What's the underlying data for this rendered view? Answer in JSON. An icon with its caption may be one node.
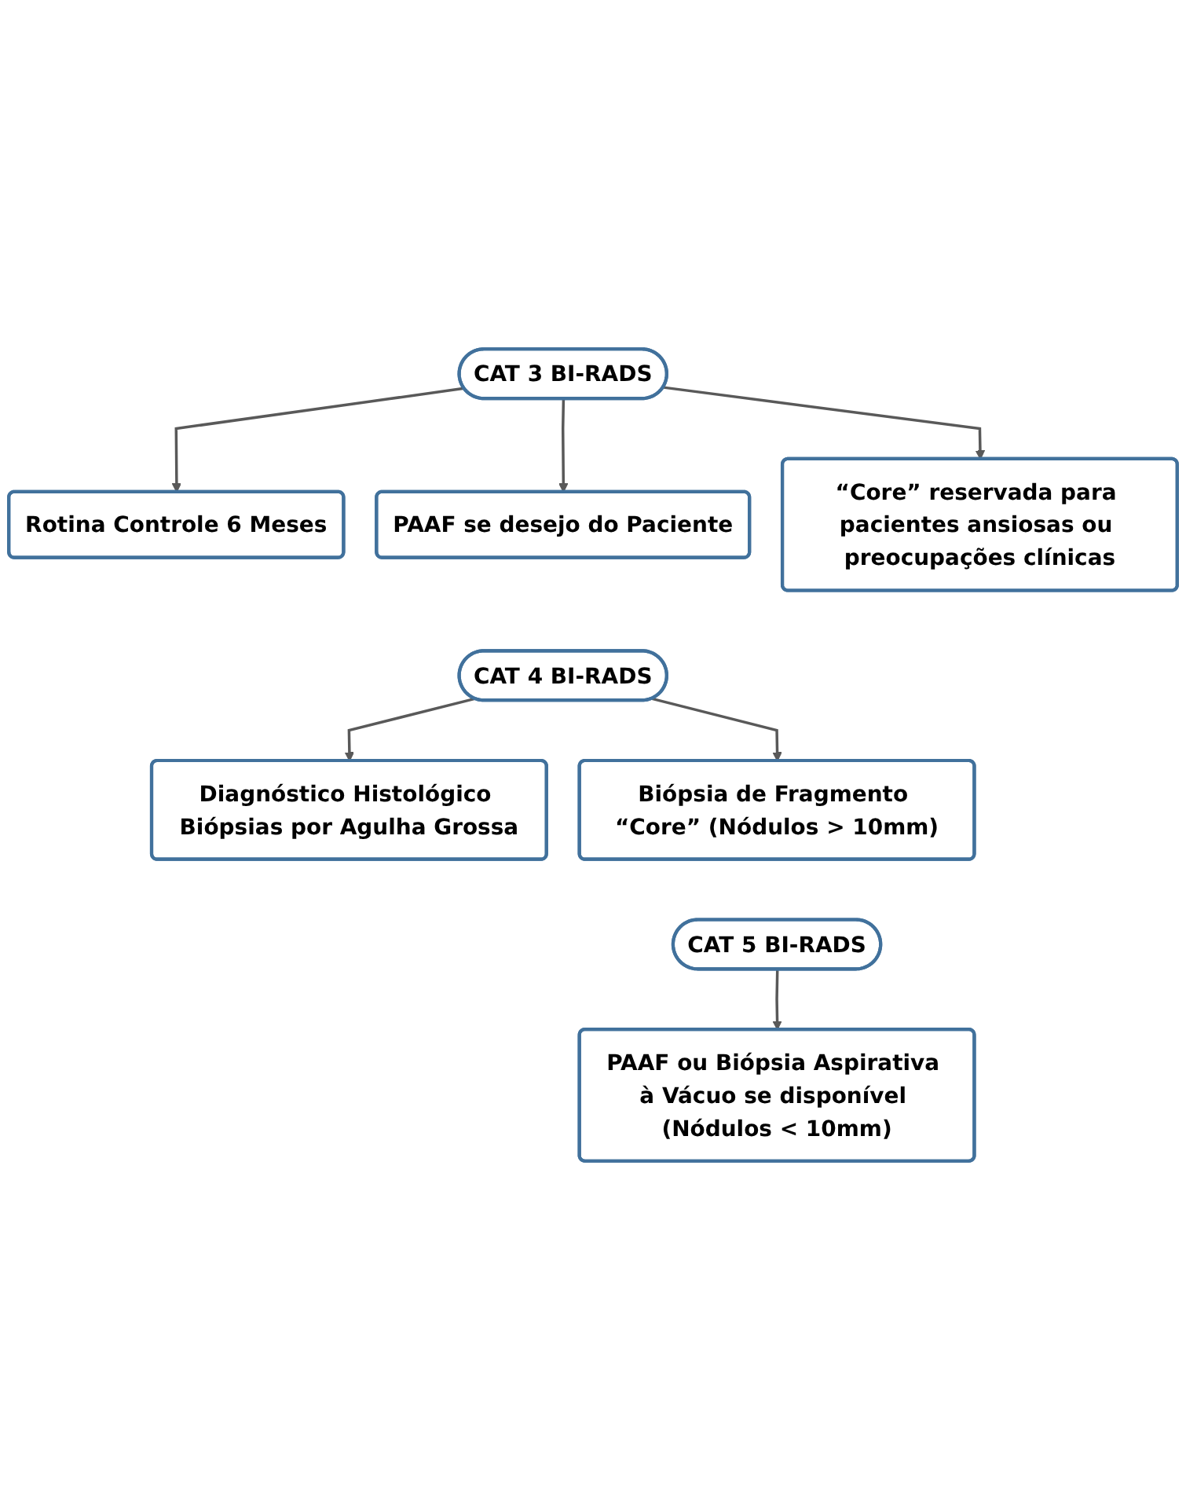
{
  "diagram": {
    "nodes": [
      {
        "text": [
          "CAT 3 BI-RADS"
        ]
      },
      {
        "text": [
          "Rotina Controle 6 Meses"
        ]
      },
      {
        "text": [
          "PAAF se desejo do Paciente"
        ]
      },
      {
        "text": [
          "“Core” reservada para pacientes ansiosas ou preocupações clínicas"
        ]
      },
      {
        "text": [
          "CAT 4 BI-RADS"
        ]
      },
      {
        "text": [
          "Diagnóstico Histológico Biópsias por Agulha Grossa"
        ]
      },
      {
        "text": [
          "Biópsia de Fragmento “Core” (Nódulos > 10mm)"
        ]
      },
      {
        "text": [
          "CAT 5 BI-RADS"
        ]
      },
      {
        "text": [
          "PAAF ou Biópsia Aspirativa à Vácuo se disponível (Nódulos < 10mm)"
        ]
      }
    ],
    "edges": [
      {
        "from": 0,
        "to": 1,
        "arrow": "to"
      },
      {
        "from": 0,
        "to": 2,
        "arrow": "to"
      },
      {
        "from": 0,
        "to": 3,
        "arrow": "to"
      },
      {
        "from": 4,
        "to": 5,
        "arrow": "to"
      },
      {
        "from": 4,
        "to": 6,
        "arrow": "to"
      },
      {
        "from": 7,
        "to": 8,
        "arrow": "to"
      }
    ]
  }
}
